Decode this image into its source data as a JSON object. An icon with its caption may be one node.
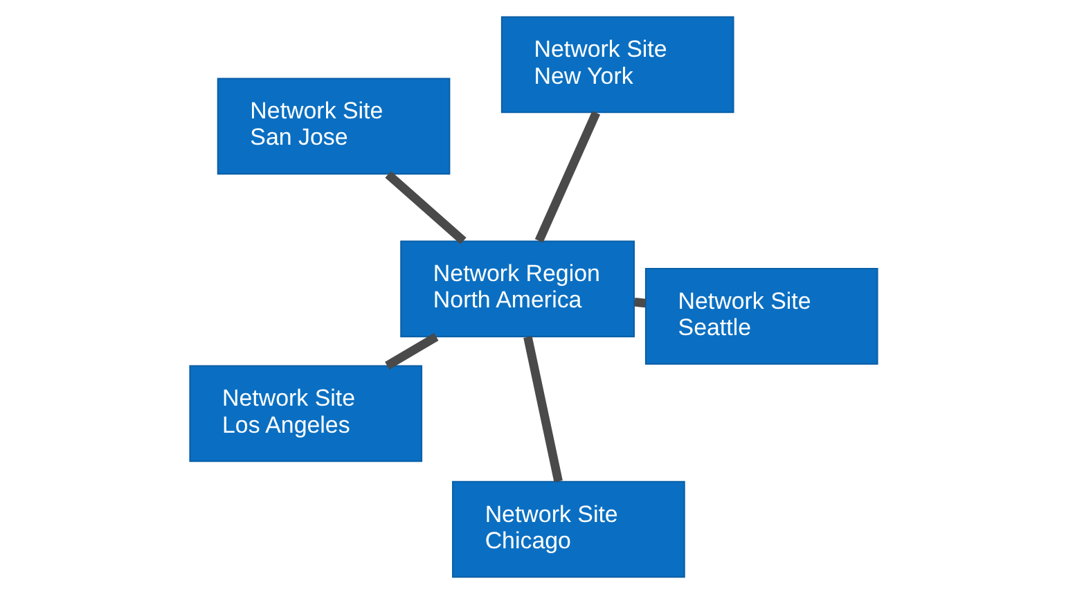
{
  "diagram": {
    "nodes": [
      {
        "text": [
          "Network Site San Jose"
        ]
      },
      {
        "text": [
          "Network Site Seattle"
        ]
      },
      {
        "text": [
          "Network Site Chicago"
        ]
      },
      {
        "text": [
          "Network Region North America"
        ]
      },
      {
        "text": [
          "Network Site New York"
        ]
      },
      {
        "text": [
          "Network Site Los Angeles"
        ]
      }
    ],
    "edges": [
      {
        "from": 3,
        "to": 0,
        "arrow": "none"
      },
      {
        "from": 3,
        "to": 1,
        "arrow": "none"
      },
      {
        "from": 3,
        "to": 2,
        "arrow": "none"
      },
      {
        "from": 3,
        "to": 4,
        "arrow": "none"
      },
      {
        "from": 3,
        "to": 5,
        "arrow": "none"
      }
    ]
  }
}
